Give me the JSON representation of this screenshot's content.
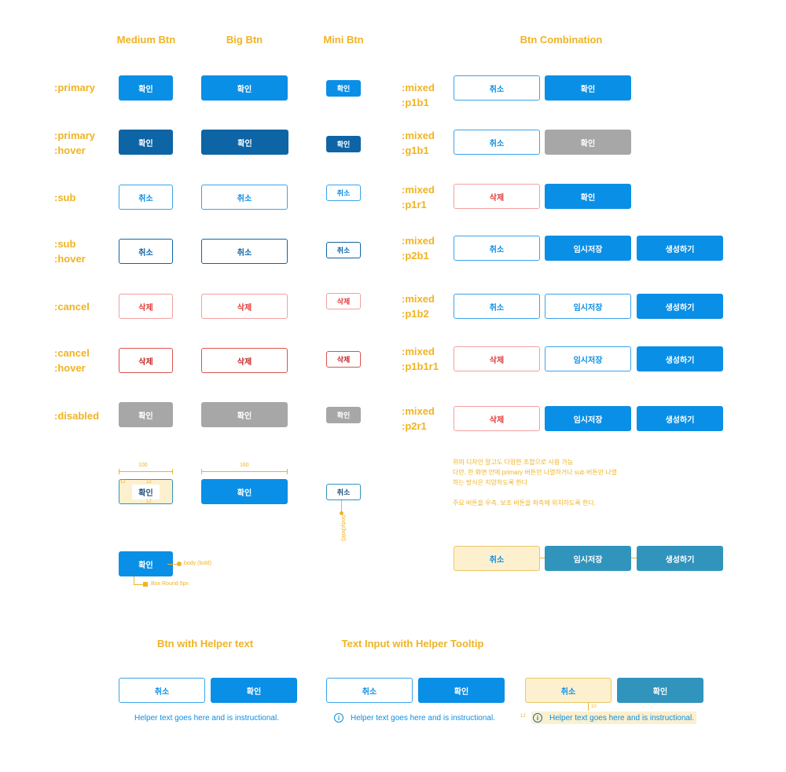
{
  "headings": {
    "medium": "Medium Btn",
    "big": "Big Btn",
    "mini": "Mini Btn",
    "combination": "Btn Combination",
    "helper_btn": "Btn with Helper text",
    "helper_tooltip": "Text Input with Helper Tooltip"
  },
  "row_labels": {
    "primary": ":primary",
    "primary_hover": ":primary\n:hover",
    "sub": ":sub",
    "sub_hover": ":sub\n:hover",
    "cancel": ":cancel",
    "cancel_hover": ":cancel\n:hover",
    "disabled": ":disabled"
  },
  "combo_labels": {
    "p1b1": ":mixed\n:p1b1",
    "g1b1": ":mixed\n:g1b1",
    "p1r1": ":mixed\n:p1r1",
    "p2b1": ":mixed\n:p2b1",
    "p1b2": ":mixed\n:p1b2",
    "p1b1r1": ":mixed\n:p1b1r1",
    "p2r1": ":mixed\n:p2r1"
  },
  "labels": {
    "confirm": "확인",
    "cancel": "취소",
    "delete": "삭제",
    "temp_save": "임시저장",
    "create": "생성하기"
  },
  "specs": {
    "medium_width": "100",
    "big_width": "160",
    "pad_a": "12",
    "pad_b": "12",
    "mini_body": "body(bold)",
    "body_bold": "body (bold)",
    "box_round": "Box Round 5px",
    "gap": "10"
  },
  "notes": "위의 디자인 말고도 다양한 조합으로 사용 가능\n다만, 한 화면 안에 primary 버튼만 나열하거나 sub 버튼만 나열\n하는 방식은 지양하도록 한다\n\n주요 버튼을 우측, 보조 버튼을 좌측에 위치하도록 한다.",
  "helper_text": "Helper text goes here and is instructional.",
  "colors": {
    "primary": "#0a8fe6",
    "primary_hover": "#0d65a6",
    "cancel": "#e03b3b",
    "disabled": "#a7a7a7",
    "accent": "#f0b323",
    "teal": "#3194bd"
  }
}
